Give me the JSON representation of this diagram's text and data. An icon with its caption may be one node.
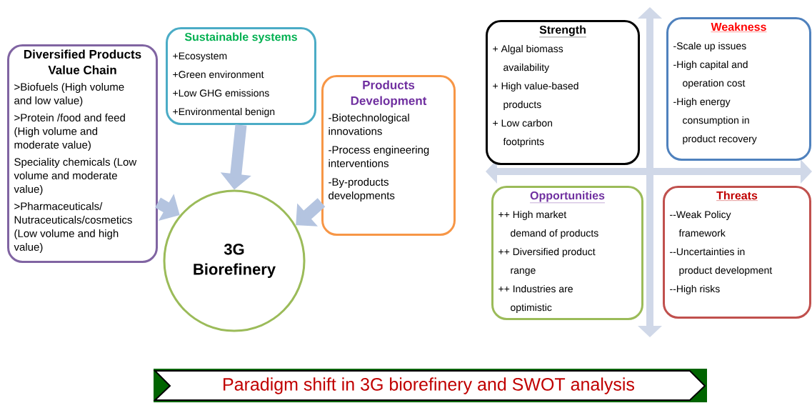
{
  "diagram": {
    "title": "Paradigm shift in 3G biorefinery and SWOT analysis",
    "nodes": [
      {
        "text": [
          "Diversified Products Value Chain",
          ">Biofuels (High volume and low value)",
          ">Protein /food and feed (High volume and moderate value)",
          "Speciality chemicals (Low volume and moderate value)",
          ">Pharmaceuticals/Nutraceuticals/cosmetics (Low volume and high value)"
        ]
      },
      {
        "text": [
          "Sustainable systems",
          "+Ecosystem",
          "+Green environment",
          "+Low GHG emissions",
          "+Environmental benign"
        ]
      },
      {
        "text": [
          "Products Development",
          "-Biotechnological innovations",
          "-Process engineering interventions",
          "-By-products developments"
        ]
      },
      {
        "text": [
          "3G Biorefinery"
        ]
      },
      {
        "text": [
          "Strength",
          "+ Algal biomass availability",
          "+ High value-based products",
          "+ Low carbon footprints"
        ]
      },
      {
        "text": [
          "Weakness",
          "-Scale up issues",
          "-High capital and operation cost",
          "-High energy consumption in product recovery"
        ]
      },
      {
        "text": [
          "Opportunities",
          "++ High market demand of products",
          "++ Diversified product range",
          "++ Industries are optimistic"
        ]
      },
      {
        "text": [
          "Threats",
          "--Weak Policy framework",
          "--Uncertainties in product development",
          "--High risks"
        ]
      }
    ],
    "edges": [
      {
        "from": 0,
        "to": 3,
        "arrow": "to"
      },
      {
        "from": 1,
        "to": 3,
        "arrow": "to"
      },
      {
        "from": 2,
        "to": 3,
        "arrow": "to"
      }
    ]
  }
}
